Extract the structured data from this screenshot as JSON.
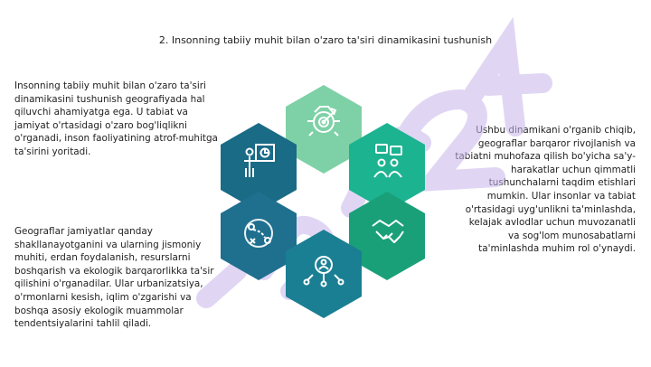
{
  "title": "2. Insonning tabiiy muhit bilan o'zaro ta'siri dinamikasini tushunish",
  "paragraphs": {
    "left_top": "Insonning tabiiy muhit bilan o'zaro ta'siri dinamikasini tushunish geografiyada hal qiluvchi ahamiyatga ega. U tabiat va jamiyat o'rtasidagi o'zaro bog'liqlikni o'rganadi, inson faoliyatining atrof-muhitga ta'sirini yoritadi.",
    "left_bottom": "Geograflar jamiyatlar qanday shakllanayotganini va ularning jismoniy muhiti, erdan foydalanish, resurslarni boshqarish va ekologik barqarorlikka ta'sir qilishini o'rganadilar. Ular urbanizatsiya, o'rmonlarni kesish, iqlim o'zgarishi va boshqa asosiy ekologik muammolar tendentsiyalarini tahlil qiladi.",
    "right": "Ushbu dinamikani o'rganib chiqib, geograflar barqaror rivojlanish va tabiatni muhofaza qilish bo'yicha sa'y-harakatlar uchun qimmatli tushunchalarni taqdim etishlari mumkin. Ular insonlar va tabiat o'rtasidagi uyg'unlikni ta'minlashda, kelajak avlodlar uchun muvozanatli va sog'lom munosabatlarni ta'minlashda muhim rol o'ynaydi."
  },
  "watermark": "uz24",
  "hexagons": [
    {
      "name": "top",
      "color": "#7ed1a6",
      "icon": "target-gear-icon"
    },
    {
      "name": "left-upper",
      "color": "#1a6b86",
      "icon": "presentation-icon"
    },
    {
      "name": "right-upper",
      "color": "#1cb391",
      "icon": "meeting-icon"
    },
    {
      "name": "left-lower",
      "color": "#1f6f8f",
      "icon": "route-map-icon"
    },
    {
      "name": "right-lower",
      "color": "#1aa079",
      "icon": "handshake-icon"
    },
    {
      "name": "bottom",
      "color": "#1a7f93",
      "icon": "network-person-icon"
    }
  ]
}
